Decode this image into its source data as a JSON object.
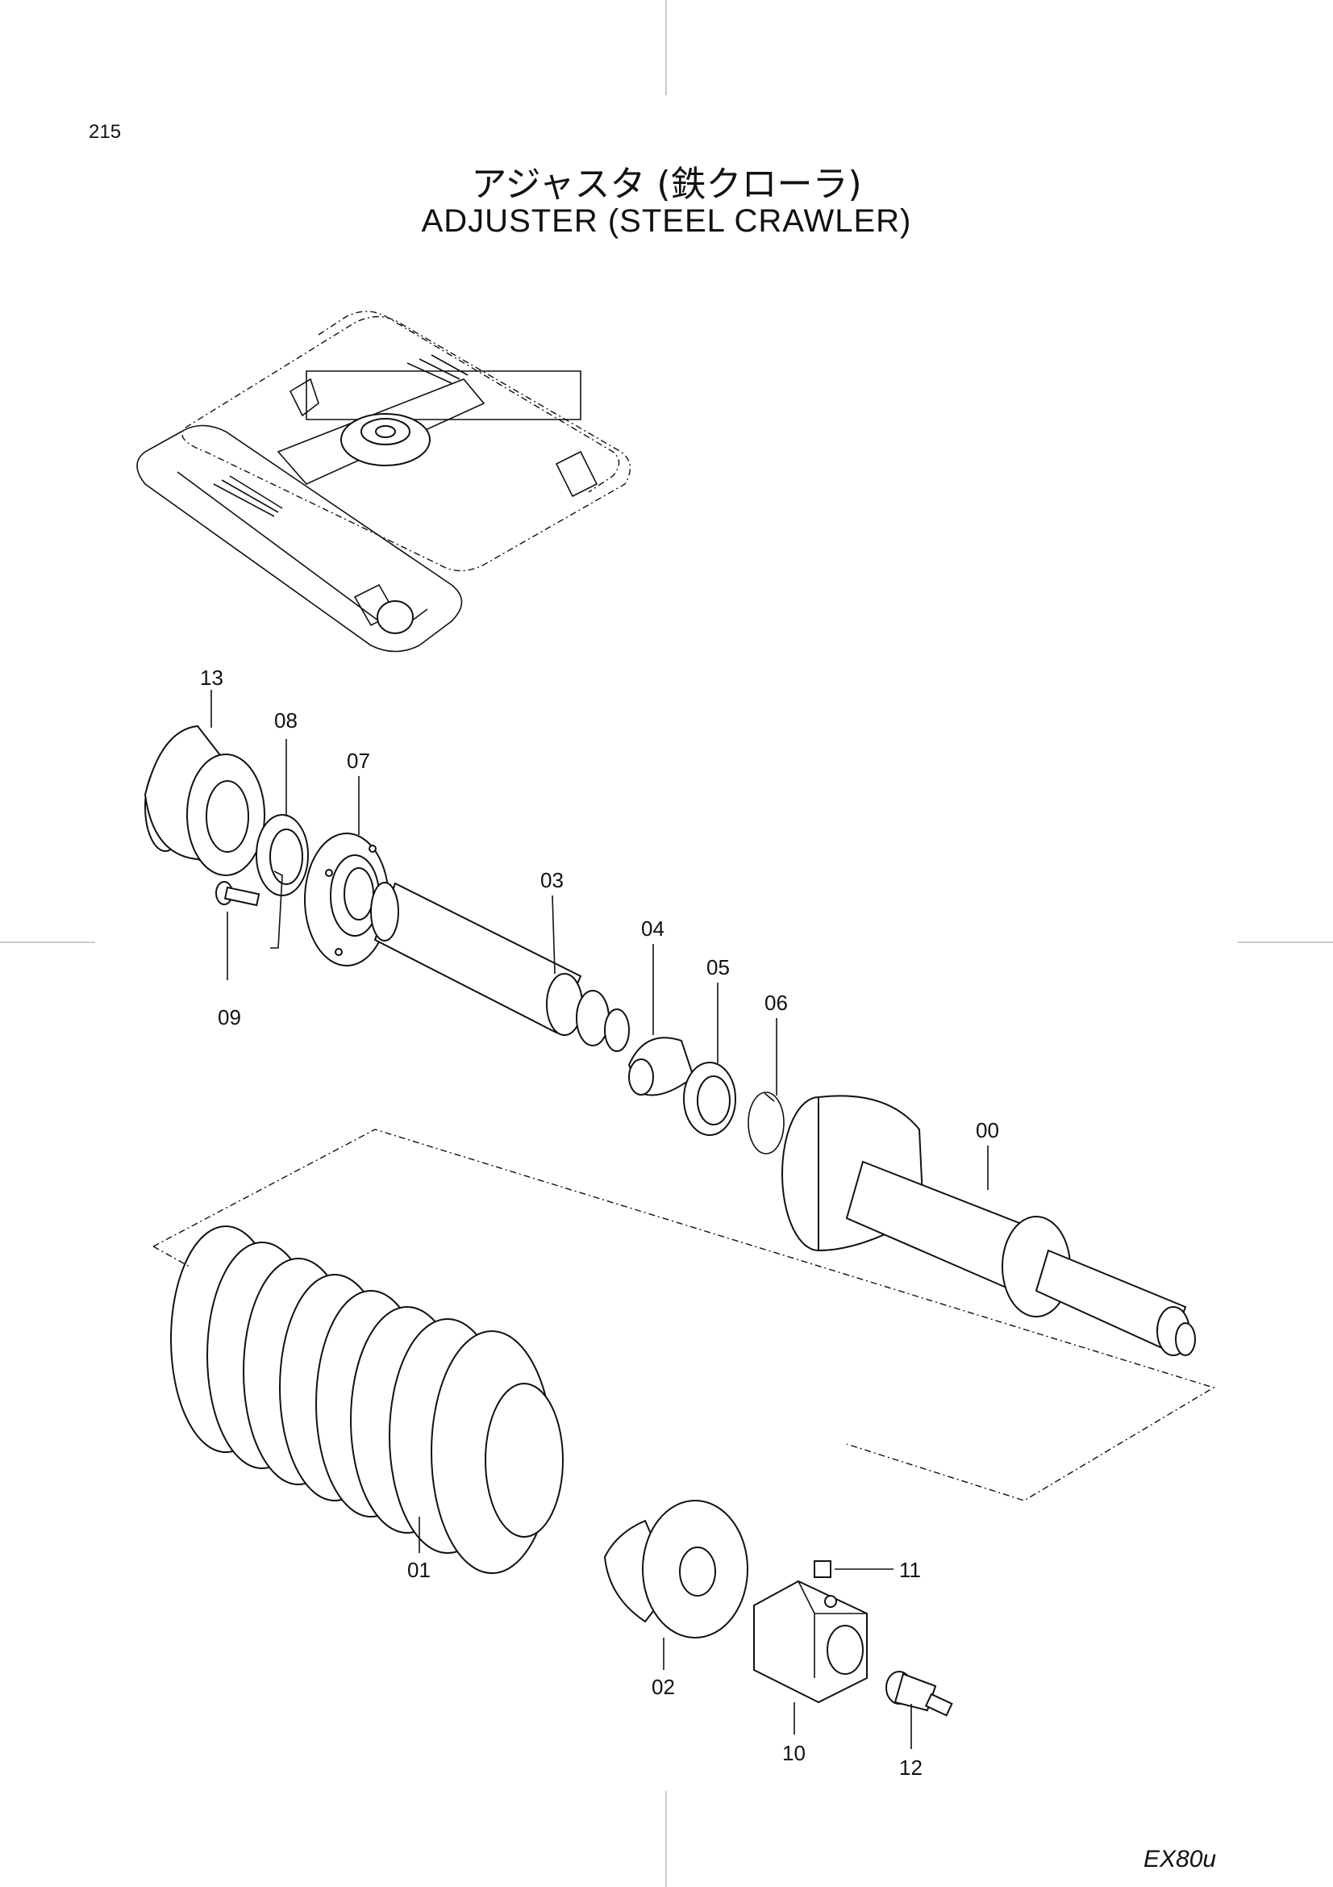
{
  "page_number": "215",
  "title_jp": "アジャスタ (鉄クローラ)",
  "title_en": "ADJUSTER (STEEL CRAWLER)",
  "model": "EX80u",
  "callouts": [
    {
      "id": "13",
      "label": "13"
    },
    {
      "id": "08",
      "label": "08"
    },
    {
      "id": "07",
      "label": "07"
    },
    {
      "id": "03",
      "label": "03"
    },
    {
      "id": "04",
      "label": "04"
    },
    {
      "id": "05",
      "label": "05"
    },
    {
      "id": "06",
      "label": "06"
    },
    {
      "id": "00",
      "label": "00"
    },
    {
      "id": "09",
      "label": "09"
    },
    {
      "id": "01",
      "label": "01"
    },
    {
      "id": "02",
      "label": "02"
    },
    {
      "id": "11",
      "label": "11"
    },
    {
      "id": "10",
      "label": "10"
    },
    {
      "id": "12",
      "label": "12"
    }
  ]
}
